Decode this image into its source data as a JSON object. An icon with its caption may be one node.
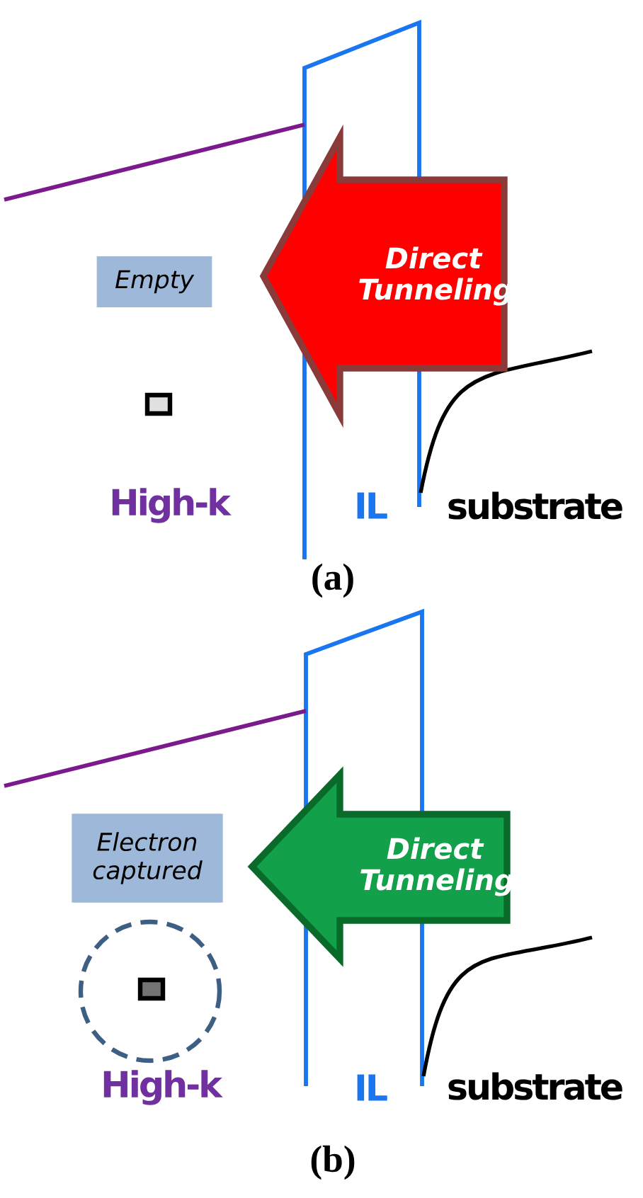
{
  "diagram": {
    "nodes": [
      {
        "text": [
          "Direct Tunneling"
        ]
      },
      {
        "text": [
          "Empty"
        ]
      },
      {
        "text": [
          "Electron captured"
        ]
      },
      {
        "text": [
          "Direct Tunneling"
        ]
      }
    ],
    "labels": [
      "High-k",
      "IL",
      "substrate",
      "(a)",
      "High-k",
      "IL",
      "substrate",
      "(b)"
    ]
  }
}
